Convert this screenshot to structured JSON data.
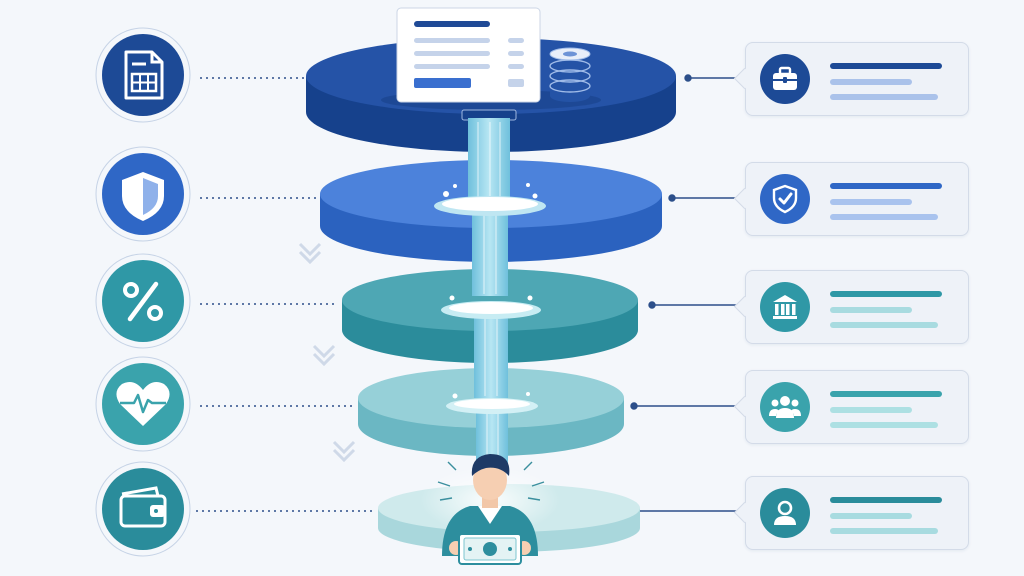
{
  "colors": {
    "background": "#f4f7fb",
    "navy": "#1d4a96",
    "royal_blue": "#2f67c6",
    "teal": "#2f98a6",
    "light_teal": "#7cc5cf",
    "pale_teal": "#bfe2e5",
    "water": "#8fd0e6"
  },
  "left_icons": [
    {
      "name": "spreadsheet-document-icon"
    },
    {
      "name": "shield-icon"
    },
    {
      "name": "percent-icon"
    },
    {
      "name": "heart-pulse-icon"
    },
    {
      "name": "wallet-icon"
    }
  ],
  "right_cards": [
    {
      "icon": "briefcase-icon"
    },
    {
      "icon": "shield-check-icon"
    },
    {
      "icon": "bank-building-icon"
    },
    {
      "icon": "people-group-icon"
    },
    {
      "icon": "person-icon"
    }
  ],
  "central_items": [
    "payroll-document-card",
    "coin-stack-icon",
    "employee-figure",
    "cash-banknote"
  ]
}
